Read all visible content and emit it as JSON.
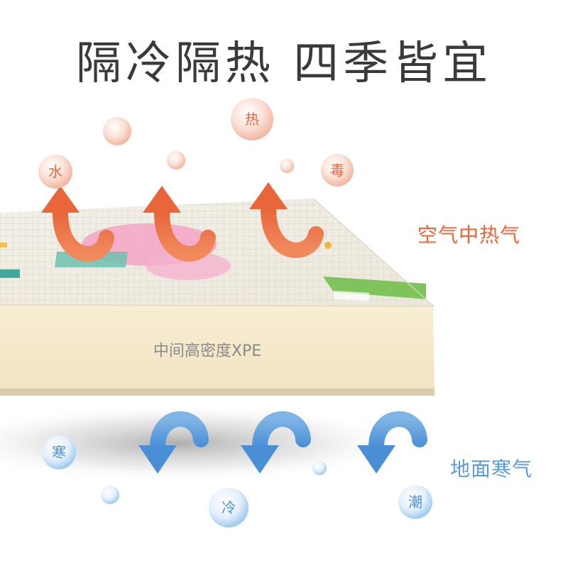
{
  "title": "隔冷隔热 四季皆宜",
  "top_label": "空气中热气",
  "bottom_label": "地面寒气",
  "layer_label": "中间高密度XPE",
  "warm_bubbles": [
    "热",
    "水",
    "毒"
  ],
  "cold_bubbles": [
    "寒",
    "冷",
    "潮"
  ],
  "colors": {
    "title": "#3a3a3a",
    "warm_accent": "#e8663a",
    "cold_accent": "#5a9bdc",
    "foam": "#f6ecd2",
    "layer_text": "#8a8a8a"
  }
}
